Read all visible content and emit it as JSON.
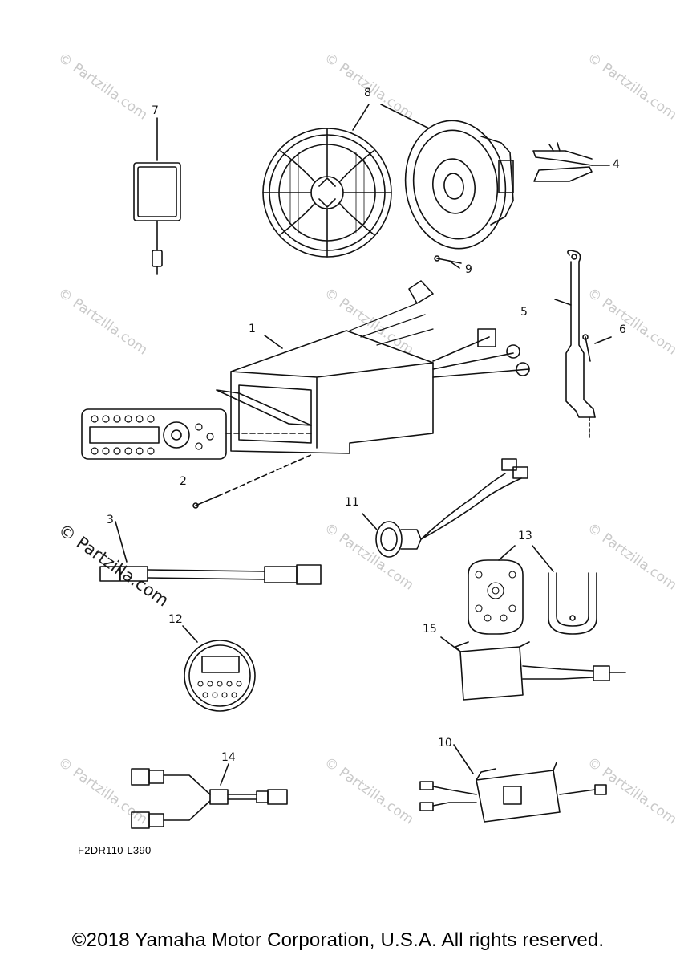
{
  "watermark": "© Partzilla.com",
  "callouts": {
    "p1": "1",
    "p2": "2",
    "p3": "3",
    "p4": "4",
    "p5": "5",
    "p6": "6",
    "p7": "7",
    "p8": "8",
    "p9": "9",
    "p10": "10",
    "p11": "11",
    "p12": "12",
    "p13": "13",
    "p14": "14",
    "p15": "15"
  },
  "diagram_code": "F2DR110-L390",
  "copyright": "©2018 Yamaha Motor Corporation, U.S.A. All rights reserved."
}
